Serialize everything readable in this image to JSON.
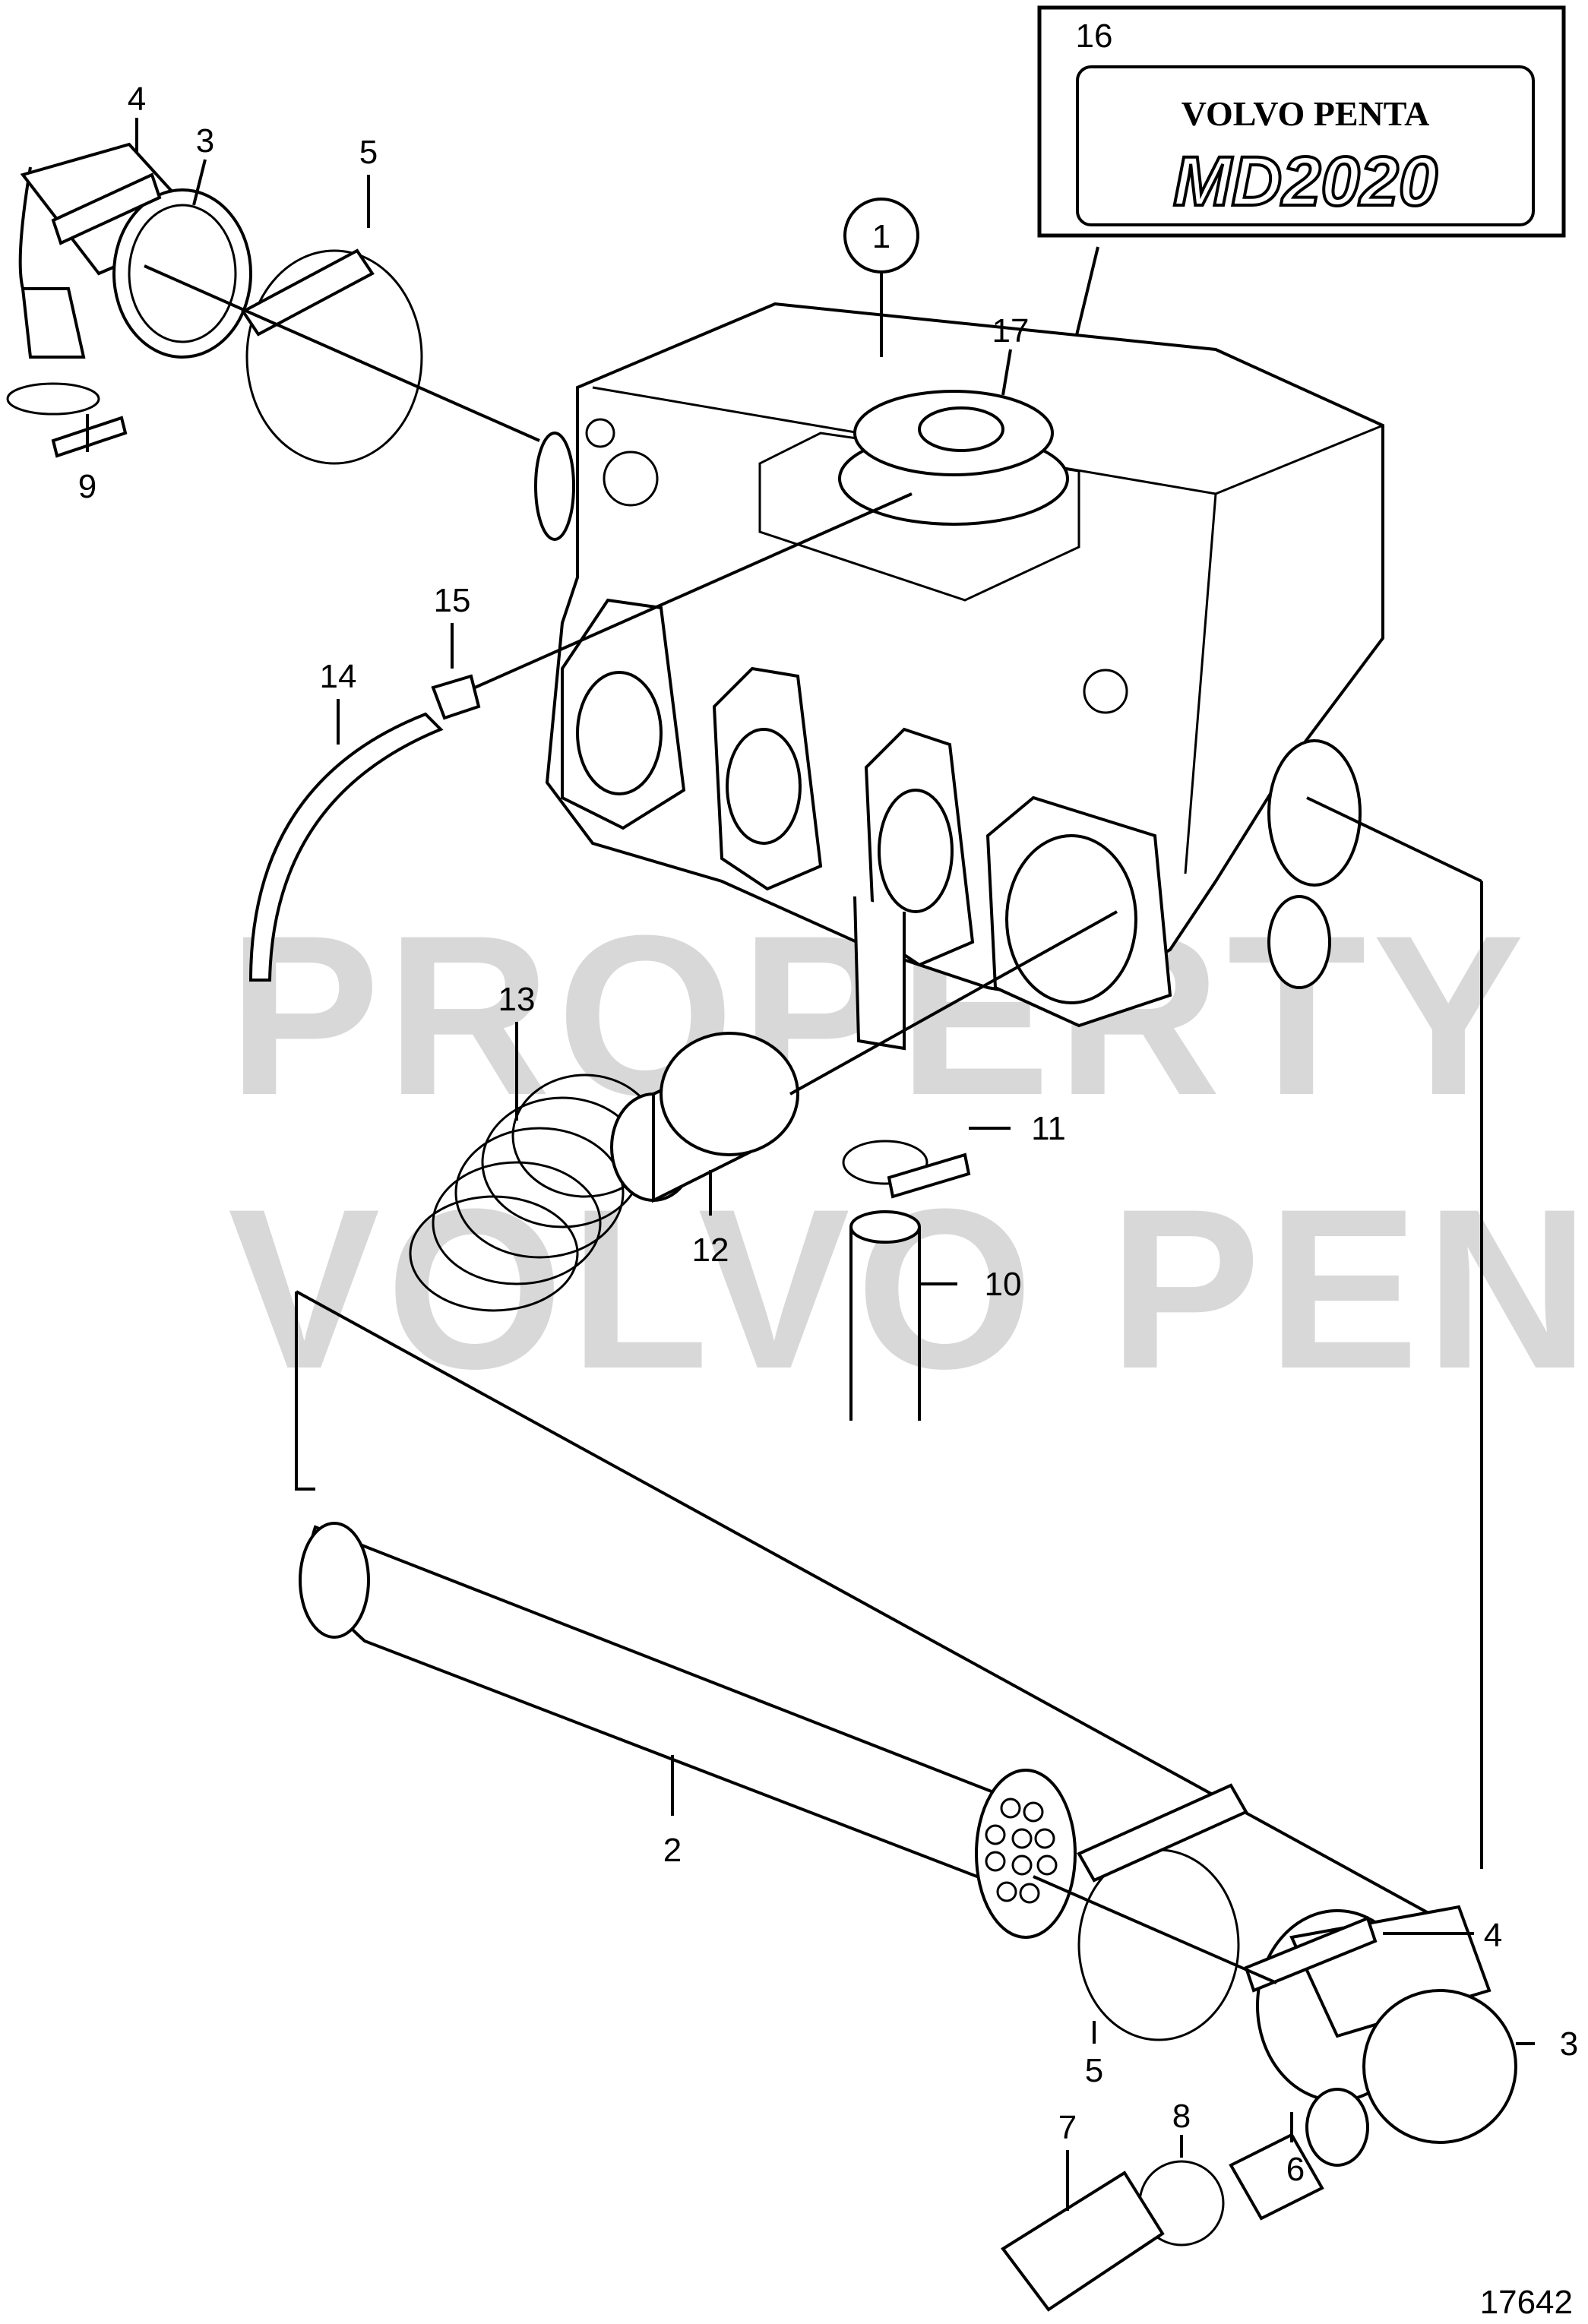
{
  "watermark": {
    "line1": "PROPERTY OF",
    "line2": "VOLVO PENTA"
  },
  "decal": {
    "brand": "VOLVO PENTA",
    "model": "MD2020"
  },
  "figure_number": "17642",
  "callouts": {
    "c1": "1",
    "c2": "2",
    "c3a": "3",
    "c3b": "3",
    "c4a": "4",
    "c4b": "4",
    "c5a": "5",
    "c5b": "5",
    "c6": "6",
    "c7": "7",
    "c8": "8",
    "c9": "9",
    "c10": "10",
    "c11": "11",
    "c12": "12",
    "c13": "13",
    "c14": "14",
    "c15": "15",
    "c16": "16",
    "c17": "17"
  }
}
